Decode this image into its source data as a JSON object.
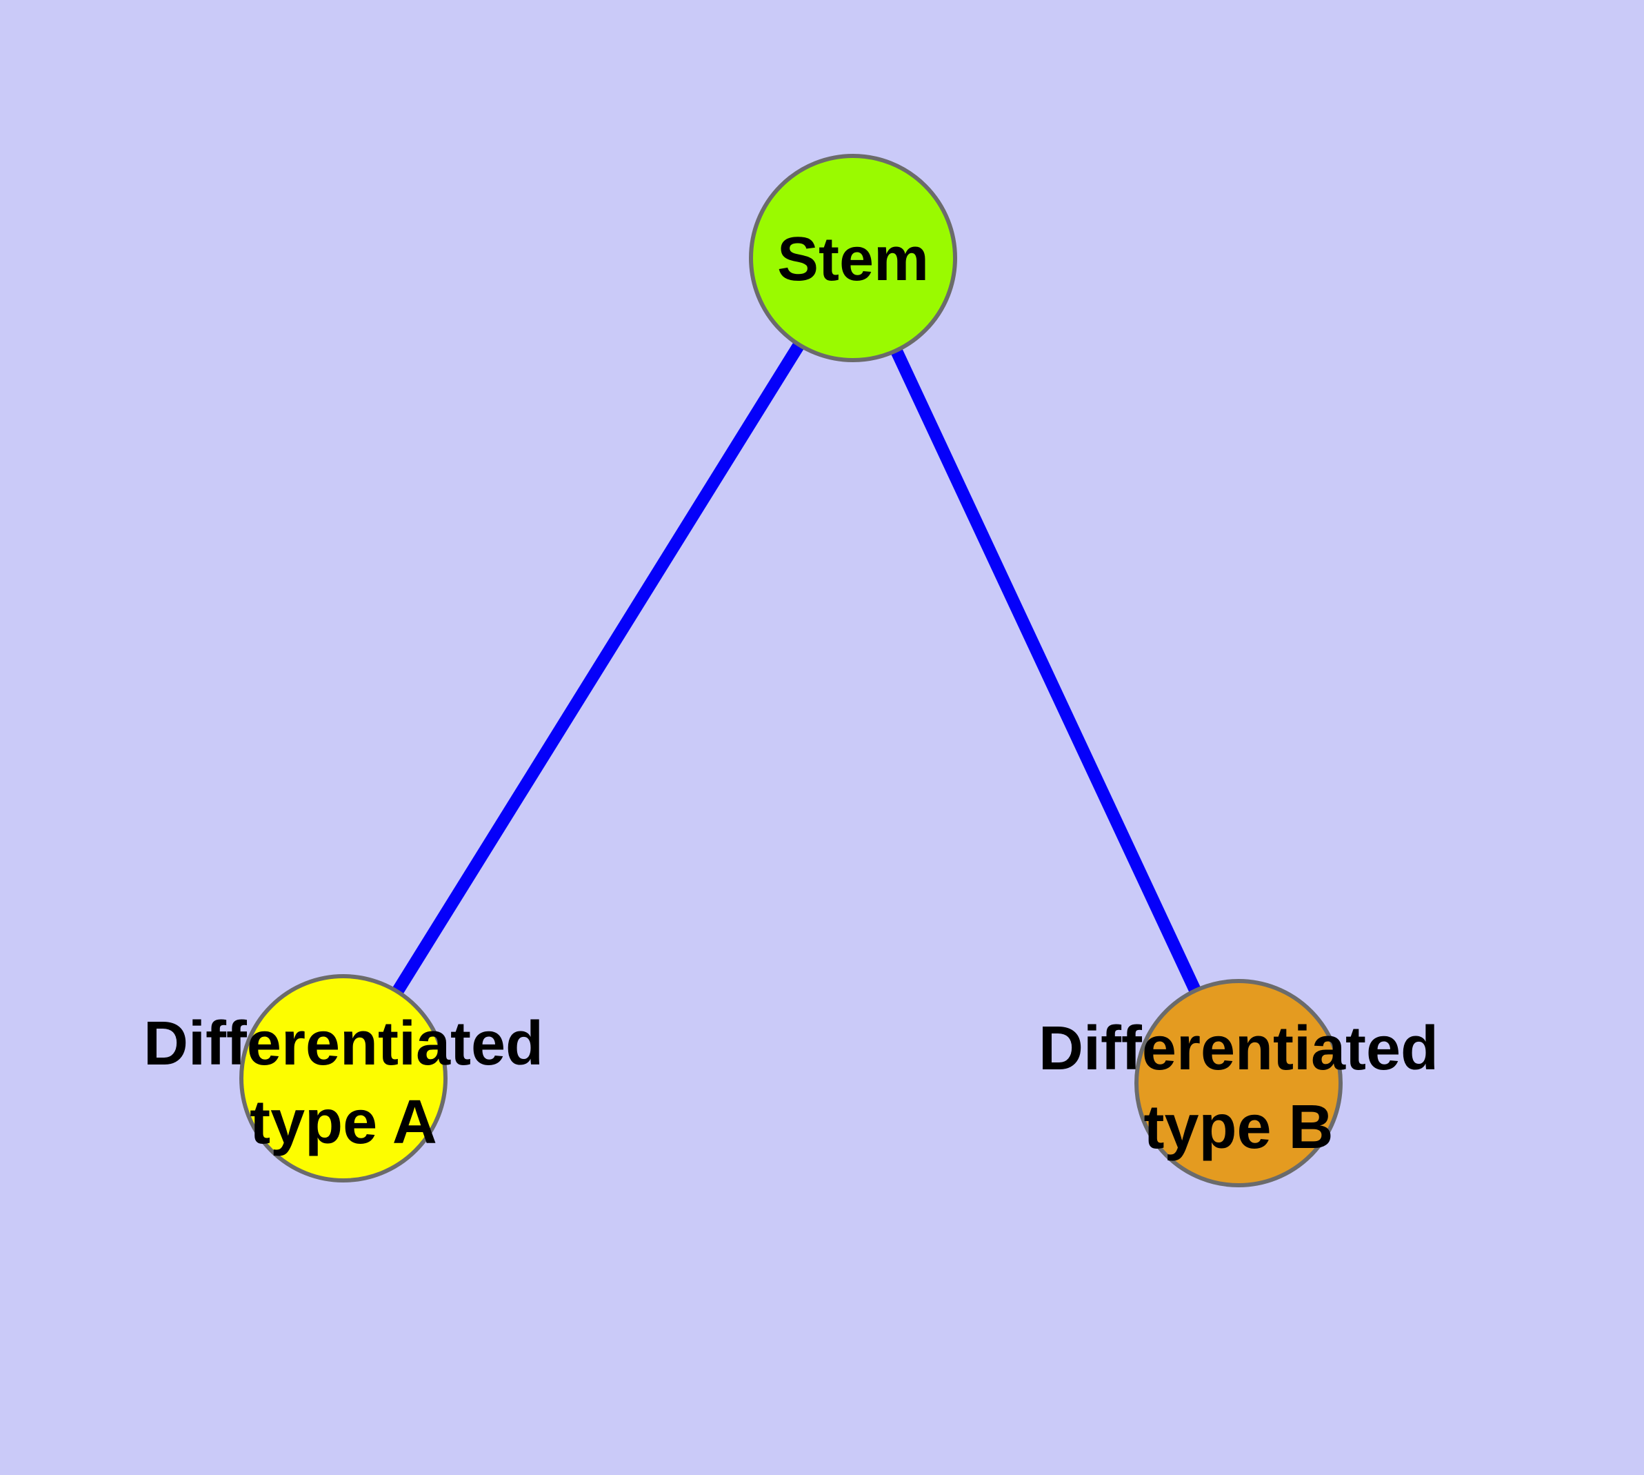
{
  "diagram": {
    "type": "node-link-graph",
    "description": "Cell differentiation hierarchy: stem node linked to two differentiated type nodes",
    "background_color": "#cacaf8",
    "edge_color": "#0500fa",
    "node_border_color": "#6b6b6b",
    "text_color": "#000000",
    "nodes": [
      {
        "id": "stem",
        "label": "Stem",
        "fill": "#9afa00"
      },
      {
        "id": "differentiated-type-a",
        "label_line1": "Differentiated",
        "label_line2": "type A",
        "fill": "#fdfd00"
      },
      {
        "id": "differentiated-type-b",
        "label_line1": "Differentiated",
        "label_line2": "type B",
        "fill": "#e49b20"
      }
    ],
    "edges": [
      {
        "from": "Stem",
        "to": "Differentiated type A"
      },
      {
        "from": "Stem",
        "to": "Differentiated type B"
      }
    ]
  }
}
